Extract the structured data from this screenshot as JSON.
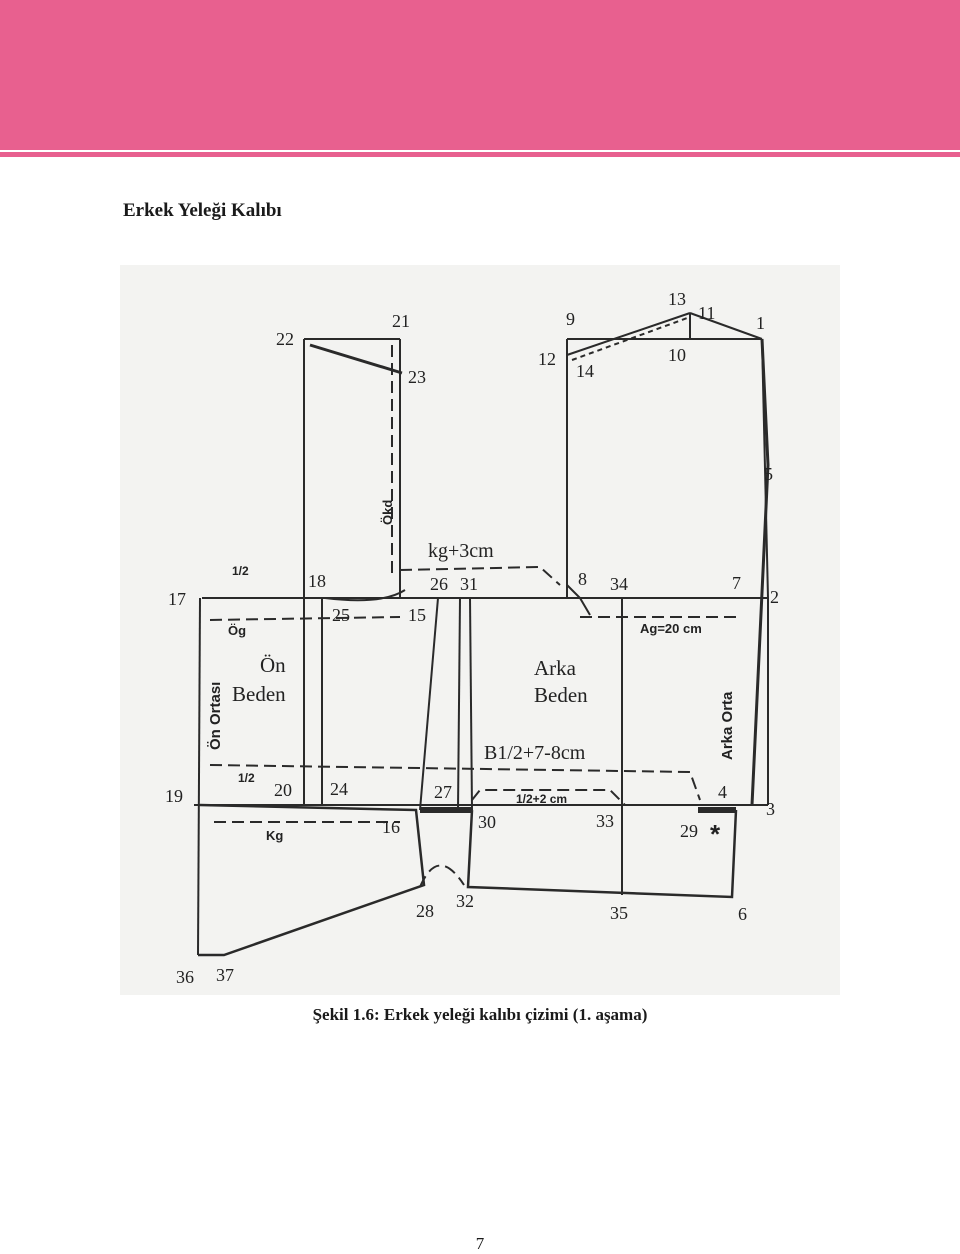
{
  "header": {
    "accent_color": "#e8608f"
  },
  "title": "Erkek Yeleği Kalıbı",
  "figure": {
    "points": {
      "p1": "1",
      "p2": "2",
      "p3": "3",
      "p4": "4",
      "p5": "5",
      "p6": "6",
      "p7": "7",
      "p8": "8",
      "p9": "9",
      "p10": "10",
      "p11": "11",
      "p12": "12",
      "p13": "13",
      "p14": "14",
      "p15": "15",
      "p16": "16",
      "p17": "17",
      "p18": "18",
      "p19": "19",
      "p20": "20",
      "p21": "21",
      "p22": "22",
      "p23": "23",
      "p24": "24",
      "p25": "25",
      "p26": "26",
      "p27": "27",
      "p28": "28",
      "p29": "29",
      "p30": "30",
      "p31": "31",
      "p32": "32",
      "p33": "33",
      "p34": "34",
      "p35": "35",
      "p36": "36",
      "p37": "37"
    },
    "labels": {
      "kg3": "kg+3cm",
      "okd": "Ökd",
      "half_top": "1/2",
      "og": "Ög",
      "ag": "Ag=20 cm",
      "on": "Ön",
      "beden_front": "Beden",
      "arka": "Arka",
      "beden_back": "Beden",
      "on_ortasi": "Ön Ortası",
      "arka_orta": "Arka Orta",
      "b_formula": "B1/2+7-8cm",
      "half_bottom": "1/2",
      "half2": "1/2+2 cm",
      "kg": "Kg",
      "star": "*"
    }
  },
  "caption": "Şekil 1.6: Erkek yeleği kalıbı çizimi (1. aşama)",
  "page_number": "7"
}
